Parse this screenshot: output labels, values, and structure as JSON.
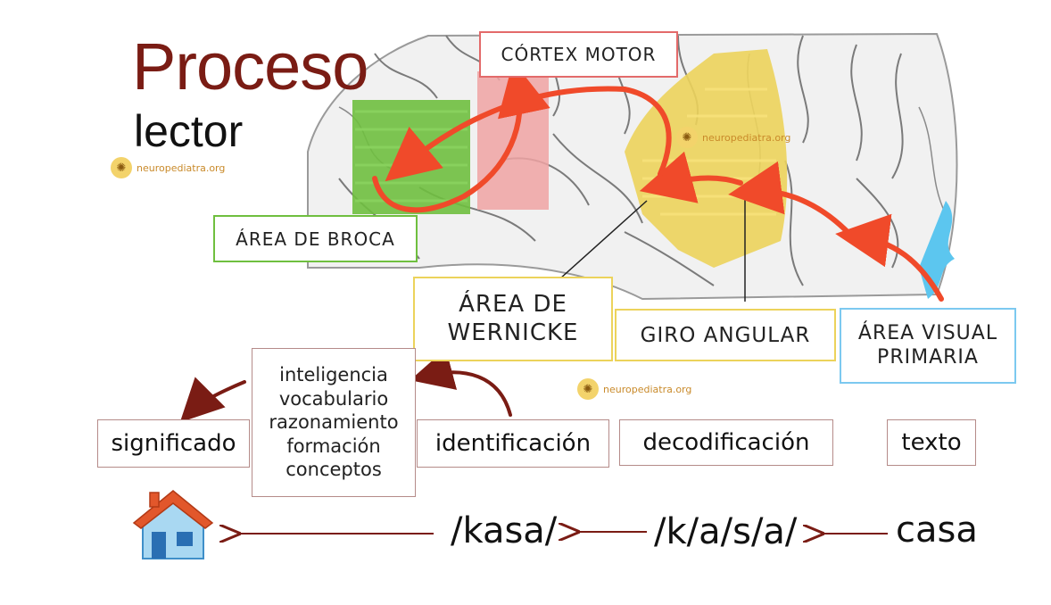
{
  "title": {
    "main": "Proceso",
    "sub": "lector"
  },
  "watermark": {
    "text": "neuropediatra.org",
    "icon": "brain-icon"
  },
  "brain_labels": {
    "cortex_motor": "CÓRTEX MOTOR",
    "broca": "ÁREA DE BROCA",
    "wernicke_line1": "ÁREA DE",
    "wernicke_line2": "WERNICKE",
    "giro_angular": "GIRO ANGULAR",
    "visual_line1": "ÁREA VISUAL",
    "visual_line2": "PRIMARIA"
  },
  "stages": {
    "significado": "significado",
    "identificacion": "identificación",
    "decodificacion": "decodificación",
    "texto": "texto",
    "cognition": [
      "inteligencia",
      "vocabulario",
      "razonamiento",
      "formación",
      "conceptos"
    ]
  },
  "sequence": {
    "word": "casa",
    "phonemes": "/k/a/s/a/",
    "phonological": "/kasa/"
  },
  "colors": {
    "title": "#7a1c14",
    "broca": "#6fbf3f",
    "motor": "#e36a6a",
    "wernicke": "#ecd35b",
    "visual": "#7cc9f0",
    "arrow_red": "#f04a2a",
    "arrow_maroon": "#7a1c14"
  }
}
